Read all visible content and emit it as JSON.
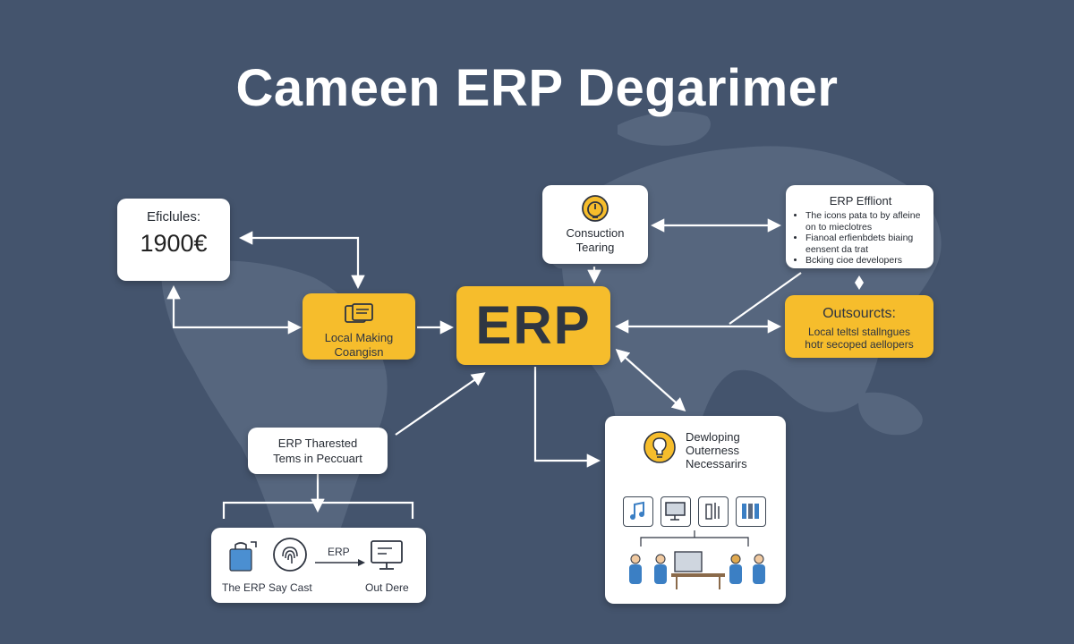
{
  "title": "Cameen ERP Degarimer",
  "nodes": {
    "efficiency": {
      "label": "Eficlules:",
      "value": "1900€"
    },
    "local_making": {
      "line1": "Local Making",
      "line2": "Coangisn"
    },
    "erp": {
      "label": "ERP"
    },
    "consultation": {
      "line1": "Consuction",
      "line2": "Tearing"
    },
    "erp_efficient": {
      "title": "ERP Effliont",
      "items": [
        "The icons pata to by afleine on to mieclotres",
        "Fianoal erfienbdets biaing eensent da trat",
        "Bcking cioe developers"
      ]
    },
    "outsourcing": {
      "title": "Outsourcts:",
      "line1": "Local teltsl stallngues",
      "line2": "hotr secoped aellopers"
    },
    "threats": {
      "line1": "ERP Tharested",
      "line2": "Tems in Peccuart"
    },
    "process": {
      "step1": "The ERP",
      "step2": "Say Cast",
      "arrow_label": "ERP",
      "step3": "Out Dere"
    },
    "developing": {
      "line1": "Dewloping",
      "line2": "Outerness",
      "line3": "Necessarirs"
    }
  },
  "icons": [
    "document-icon",
    "stopwatch-icon",
    "bag-icon",
    "fingerprint-icon",
    "monitor-icon",
    "lightbulb-icon",
    "music-note-icon",
    "computer-icon",
    "tools-icon",
    "books-icon",
    "team-illustration"
  ],
  "colors": {
    "background": "#44546d",
    "map": "#5a6a81",
    "accent": "#f6bd2c",
    "card": "#ffffff",
    "connector": "#ffffff"
  }
}
